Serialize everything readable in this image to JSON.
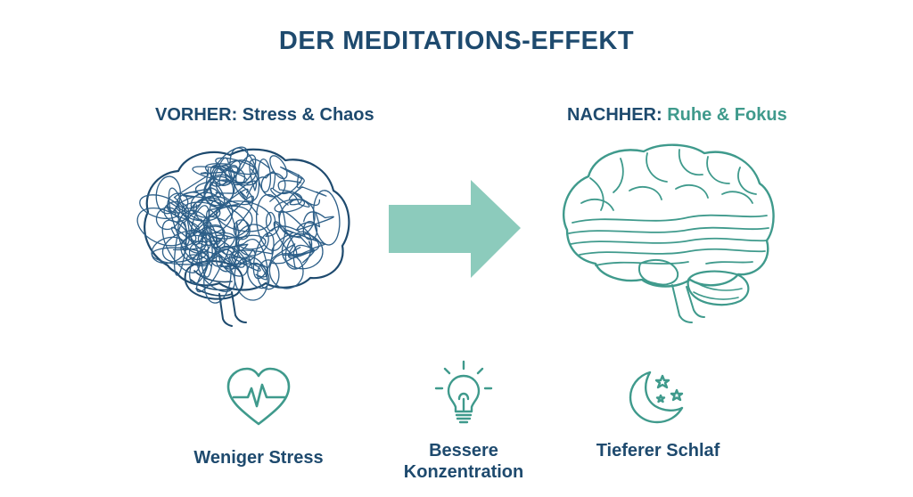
{
  "title": "DER MEDITATIONS-EFFEKT",
  "before": {
    "prefix": "VORHER:",
    "text": "Stress & Chaos",
    "icon": "tangled-brain-icon"
  },
  "after": {
    "prefix": "NACHHER:",
    "text": "Ruhe & Fokus",
    "icon": "calm-brain-icon"
  },
  "arrow_icon": "right-arrow-icon",
  "benefits": [
    {
      "icon": "heart-pulse-icon",
      "line1": "Weniger Stress",
      "line2": ""
    },
    {
      "icon": "lightbulb-icon",
      "line1": "Bessere",
      "line2": "Konzentration"
    },
    {
      "icon": "moon-stars-icon",
      "line1": "Tieferer Schlaf",
      "line2": ""
    }
  ],
  "colors": {
    "navy": "#1e4a6e",
    "teal": "#3f9a8c",
    "arrow": "#8ccbbc",
    "chaos": "#2d5f88"
  }
}
